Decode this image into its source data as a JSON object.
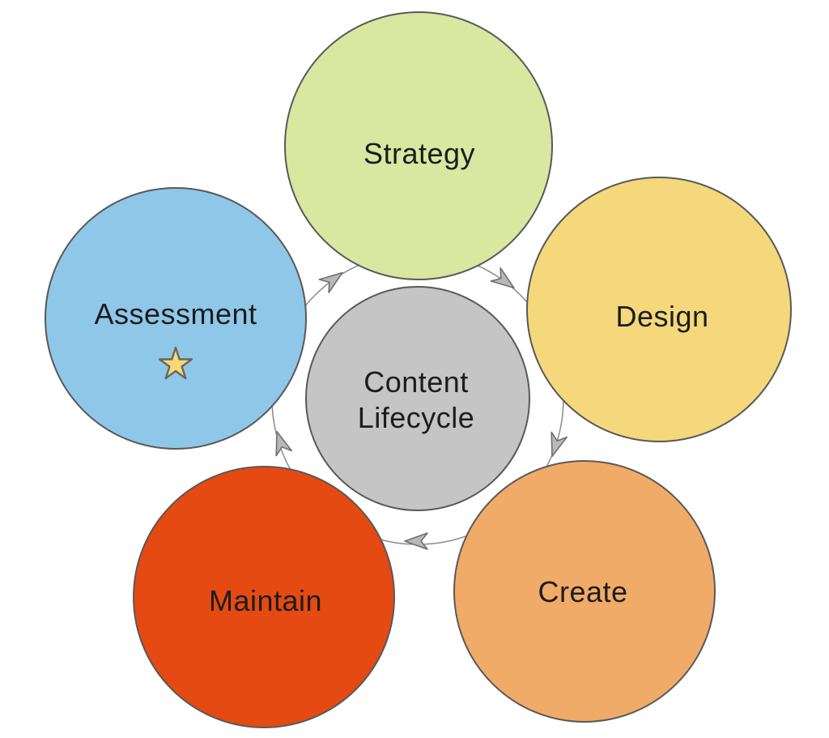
{
  "diagram": {
    "title": "Content Lifecycle",
    "background_color": "#ffffff",
    "outline_color": "#595959",
    "text_color": "#1c1c1c",
    "ring": {
      "color": "#919191",
      "direction": "clockwise"
    },
    "arrow": {
      "fill": "#b8b8b8",
      "stroke": "#6f6f6f",
      "count": 5
    },
    "center": {
      "label": "Content Lifecycle",
      "fill": "#c5c5c5"
    },
    "nodes": [
      {
        "label": "Strategy",
        "fill": "#d9e7a1"
      },
      {
        "label": "Design",
        "fill": "#f4d87b"
      },
      {
        "label": "Create",
        "fill": "#f1ab68"
      },
      {
        "label": "Maintain",
        "fill": "#e44a12"
      },
      {
        "label": "Assessment",
        "fill": "#8fc7e9",
        "icon": "star"
      }
    ],
    "star_icon": {
      "fill": "#f8d877",
      "stroke": "#68685a"
    }
  }
}
